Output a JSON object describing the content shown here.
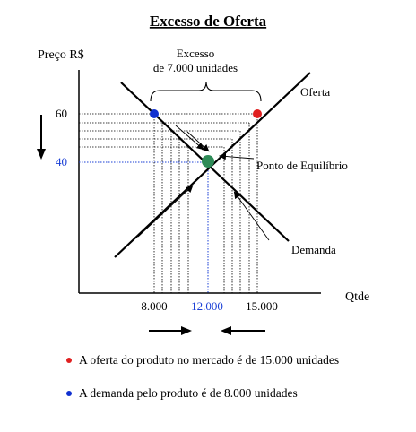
{
  "title": "Excesso de Oferta",
  "y_axis_label": "Preço R$",
  "x_axis_label": "Qtde",
  "excess_label_line1": "Excesso",
  "excess_label_line2": "de 7.000 unidades",
  "supply_label": "Oferta",
  "demand_label": "Demanda",
  "equilibrium_label": "Ponto de Equilíbrio",
  "price_ticks": [
    "60",
    "40"
  ],
  "quantity_ticks": [
    "8.000",
    "12.000",
    "15.000"
  ],
  "legend": [
    {
      "text": "A oferta do produto no mercado é de 15.000 unidades",
      "color": "#e02020"
    },
    {
      "text": "A demanda pelo produto é de 8.000 unidades",
      "color": "#1030d0"
    }
  ],
  "colors": {
    "equilibrium": "#2e8b57",
    "highlight": "#1a3fd6",
    "supply_point": "#e02020",
    "demand_point": "#1030d0"
  }
}
